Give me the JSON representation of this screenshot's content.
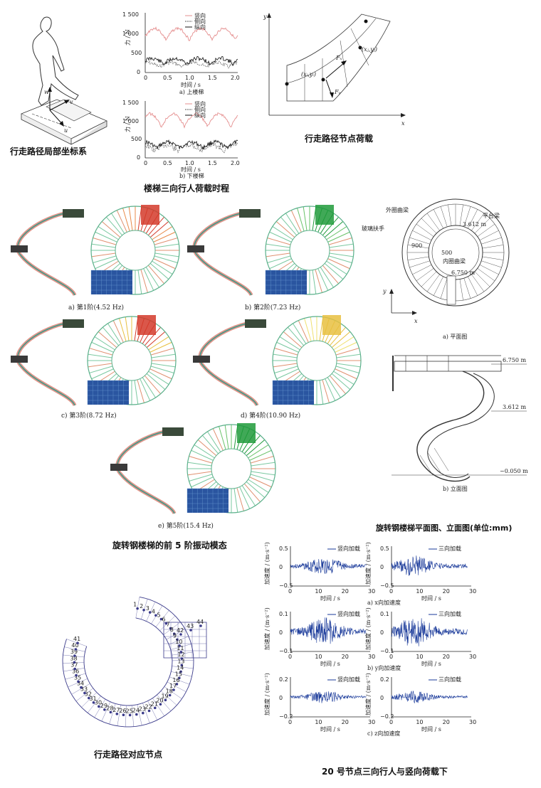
{
  "figures": {
    "walker_coord": {
      "caption": "行走路径局部坐标系",
      "axis_w": "w",
      "axis_v": "v",
      "axis_u": "u"
    },
    "load_history": {
      "caption": "楼梯三向行人荷载时程",
      "ylabel": "力 / N",
      "xlabel": "时间 / s",
      "sub_a": "a) 上楼梯",
      "sub_b": "b) 下楼梯",
      "legend": [
        "竖向",
        "侧向",
        "纵向"
      ],
      "yticks": [
        "1 500",
        "1 000",
        "500",
        "0"
      ],
      "xticks": [
        "0",
        "0.5",
        "1.0",
        "1.5",
        "2.0"
      ]
    },
    "node_load": {
      "caption": "行走路径节点荷载",
      "axis_x": "x",
      "axis_y": "y",
      "p1": "(xᵢ,yᵢ)",
      "p2": "(xⱼ,yⱼ)",
      "fx": "Fₓ",
      "fy": "Fᵧ"
    },
    "modes": {
      "caption": "旋转钢楼梯的前 5 阶振动模态",
      "labels": [
        "a) 第1阶(4.52 Hz)",
        "b) 第2阶(7.23 Hz)",
        "c) 第3阶(8.72 Hz)",
        "d) 第4阶(10.90 Hz)",
        "e) 第5阶(15.4 Hz)"
      ]
    },
    "plan": {
      "caption": "旋转钢楼梯平面图、立面图(单位:mm)",
      "outer_beam": "外圈曲梁",
      "platform_beam": "平台梁",
      "handrail": "玻璃扶手",
      "inner_beam": "内圈曲梁",
      "dim_3612": "3.612 m",
      "dim_6750": "6.750 m",
      "dim_500": "500",
      "dim_900": "900",
      "axis_x": "x",
      "axis_y": "y",
      "sub_a": "a) 平面图",
      "elev_levels": [
        "6.750 m",
        "3.612 m",
        "−0.050 m"
      ],
      "sub_b": "b) 立面图"
    },
    "path_nodes": {
      "caption": "行走路径对应节点",
      "nodes": [
        "1",
        "2",
        "3",
        "4",
        "5",
        "6",
        "7",
        "8",
        "9",
        "10",
        "11",
        "12",
        "13",
        "14",
        "15",
        "16",
        "17",
        "18",
        "19",
        "20",
        "21",
        "22",
        "23",
        "24",
        "25",
        "26",
        "27",
        "28",
        "29",
        "30",
        "31",
        "32",
        "33",
        "34",
        "35",
        "36",
        "37",
        "38",
        "39",
        "40",
        "41",
        "42",
        "43",
        "44"
      ]
    },
    "accel": {
      "caption": "20 号节点三向行人与竖向荷载下",
      "xlabel": "时间 / s",
      "ylabel": "加速度 / (m·s⁻²)",
      "legend_left": "竖向加载",
      "legend_right": "三向加载",
      "sub_a": "a) x向加速度",
      "sub_b": "b) y向加速度",
      "sub_c": "c) z向加速度",
      "xticks": [
        "0",
        "10",
        "20",
        "30"
      ],
      "yticks_x": [
        "0.5",
        "0",
        "−0.5"
      ],
      "yticks_y": [
        "0.1",
        "0",
        "−0.1"
      ],
      "yticks_z": [
        "0.2",
        "0",
        "−0.2"
      ]
    }
  }
}
